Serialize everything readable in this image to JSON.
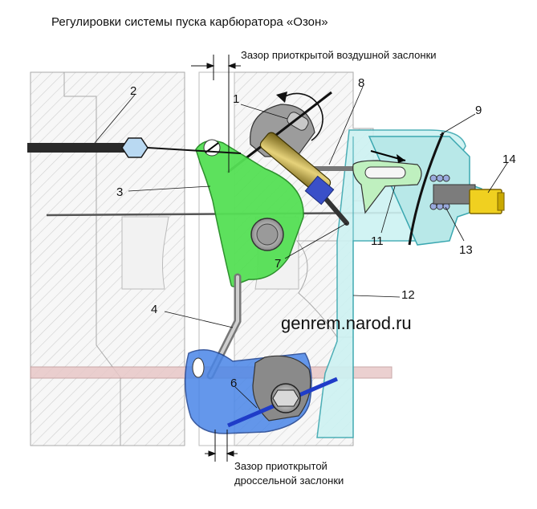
{
  "title": "Регулировки системы пуска карбюратора «Озон»",
  "notes": {
    "air_gap": "Зазор приоткрытой воздушной заслонки",
    "throttle_gap_line1": "Зазор приоткрытой",
    "throttle_gap_line2": "дроссельной заслонки"
  },
  "watermark": "genrem.narod.ru",
  "labels": [
    "1",
    "2",
    "3",
    "4",
    "6",
    "7",
    "8",
    "9",
    "11",
    "12",
    "13",
    "14"
  ],
  "colors": {
    "body_hatch": "#c9c9c9",
    "lever_green": "#55e055",
    "lever_blue": "#4a86e8",
    "plate_cyan": "#c8f0f0",
    "pink_band": "#e8b8b8",
    "brass": "#b8a23a",
    "yellow_screw": "#f0d020"
  }
}
